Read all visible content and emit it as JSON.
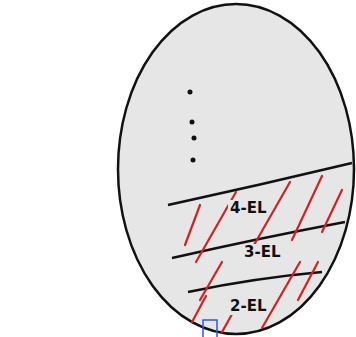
{
  "diagram": {
    "nodes": [
      {
        "text": [
          "4-EL"
        ]
      },
      {
        "text": [
          "3-EL"
        ]
      },
      {
        "text": [
          "2-EL"
        ]
      }
    ]
  }
}
